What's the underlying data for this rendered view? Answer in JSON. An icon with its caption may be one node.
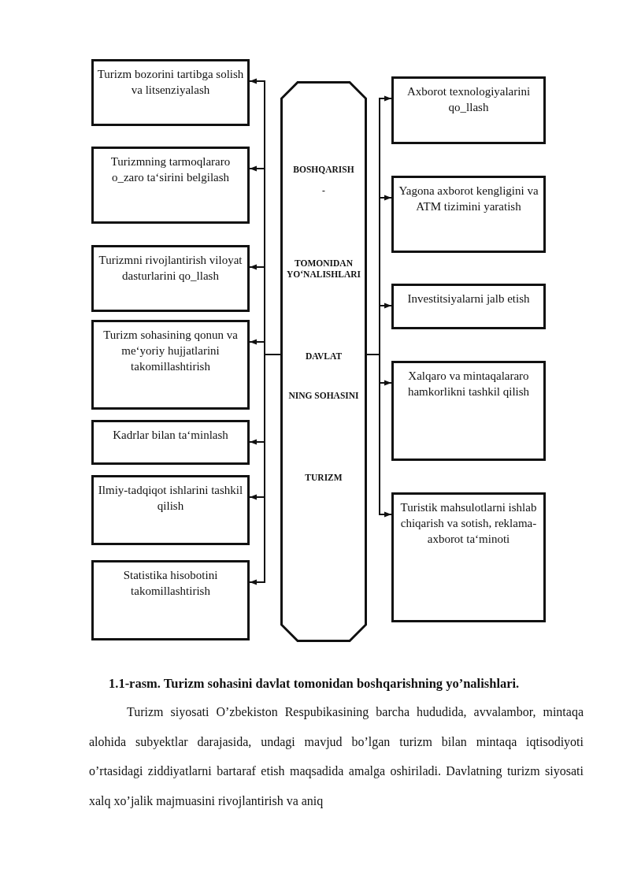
{
  "diagram": {
    "caption": "1.1-rasm. Turizm sohasini davlat tomonidan boshqarishning yo’nalishlari.",
    "nodes": [
      {
        "text": [
          "BOSHQARISH",
          "-",
          "TOMONIDAN",
          "YO‘NALISHLARI",
          "DAVLAT",
          "NING SOHASINI",
          "TURIZM"
        ]
      },
      {
        "text": [
          "Turizm bozorini tartibga solish va litsenziyalash"
        ]
      },
      {
        "text": [
          "Turizmning tarmoqlararo o_zaro ta‘sirini belgilash"
        ]
      },
      {
        "text": [
          "Turizmni rivojlantirish viloyat dasturlarini qo_llash"
        ]
      },
      {
        "text": [
          "Turizm sohasining qonun va me‘yoriy hujjatlarini takomillashtirish"
        ]
      },
      {
        "text": [
          "Kadrlar bilan ta‘minlash"
        ]
      },
      {
        "text": [
          "Ilmiy-tadqiqot ishlarini tashkil qilish"
        ]
      },
      {
        "text": [
          "Statistika hisobotini takomillashtirish"
        ]
      },
      {
        "text": [
          "Axborot texnologiyalarini qo_llash"
        ]
      },
      {
        "text": [
          "Yagona axborot kengligini va ATM tizimini yaratish"
        ]
      },
      {
        "text": [
          "Investitsiyalarni jalb etish"
        ]
      },
      {
        "text": [
          "Xalqaro va mintaqalararo hamkorlikni tashkil qilish"
        ]
      },
      {
        "text": [
          "Turistik mahsulotlarni ishlab chiqarish va sotish, reklama-axborot ta‘minoti"
        ]
      }
    ],
    "edges": [
      {
        "from": 0,
        "to": 1,
        "arrow": "to"
      },
      {
        "from": 0,
        "to": 2,
        "arrow": "to"
      },
      {
        "from": 0,
        "to": 3,
        "arrow": "to"
      },
      {
        "from": 0,
        "to": 4,
        "arrow": "to"
      },
      {
        "from": 0,
        "to": 5,
        "arrow": "to"
      },
      {
        "from": 0,
        "to": 6,
        "arrow": "to"
      },
      {
        "from": 0,
        "to": 7,
        "arrow": "to"
      },
      {
        "from": 0,
        "to": 8,
        "arrow": "to"
      },
      {
        "from": 0,
        "to": 9,
        "arrow": "to"
      },
      {
        "from": 0,
        "to": 10,
        "arrow": "to"
      },
      {
        "from": 0,
        "to": 11,
        "arrow": "to"
      },
      {
        "from": 0,
        "to": 12,
        "arrow": "to"
      }
    ],
    "labels": [
      "Turizm siyosati O’zbekiston Respubikasining barcha hududida, avvalambor, mintaqa alohida subyektlar darajasida, undagi mavjud bo’lgan turizm bilan mintaqa iqtisodiyoti o’rtasidagi ziddiyatlarni bartaraf etish maqsadida amalga oshiriladi. Davlatning turizm siyosati xalq xo’jalik majmuasini rivojlantirish va aniq"
    ]
  }
}
